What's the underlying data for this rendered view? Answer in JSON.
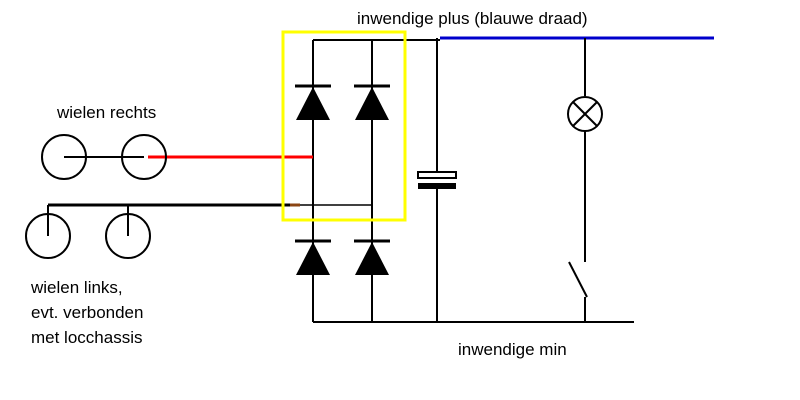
{
  "labels": {
    "plus": "inwendige plus (blauwe draad)",
    "min": "inwendige min",
    "wheels_right": "wielen rechts",
    "wheels_left_line1": "wielen links,",
    "wheels_left_line2": "evt. verbonden",
    "wheels_left_line3": "met locchassis"
  },
  "colors": {
    "wire": "#000000",
    "plus_wire": "#0000cc",
    "red_wire": "#ff0000",
    "brown_wire": "#8b4513",
    "highlight": "#ffff00",
    "capacitor_plate": "#000000"
  },
  "components": {
    "diodes": "bridge-rectifier",
    "capacitor": "capacitor",
    "lamp": "lamp",
    "switch": "switch"
  }
}
